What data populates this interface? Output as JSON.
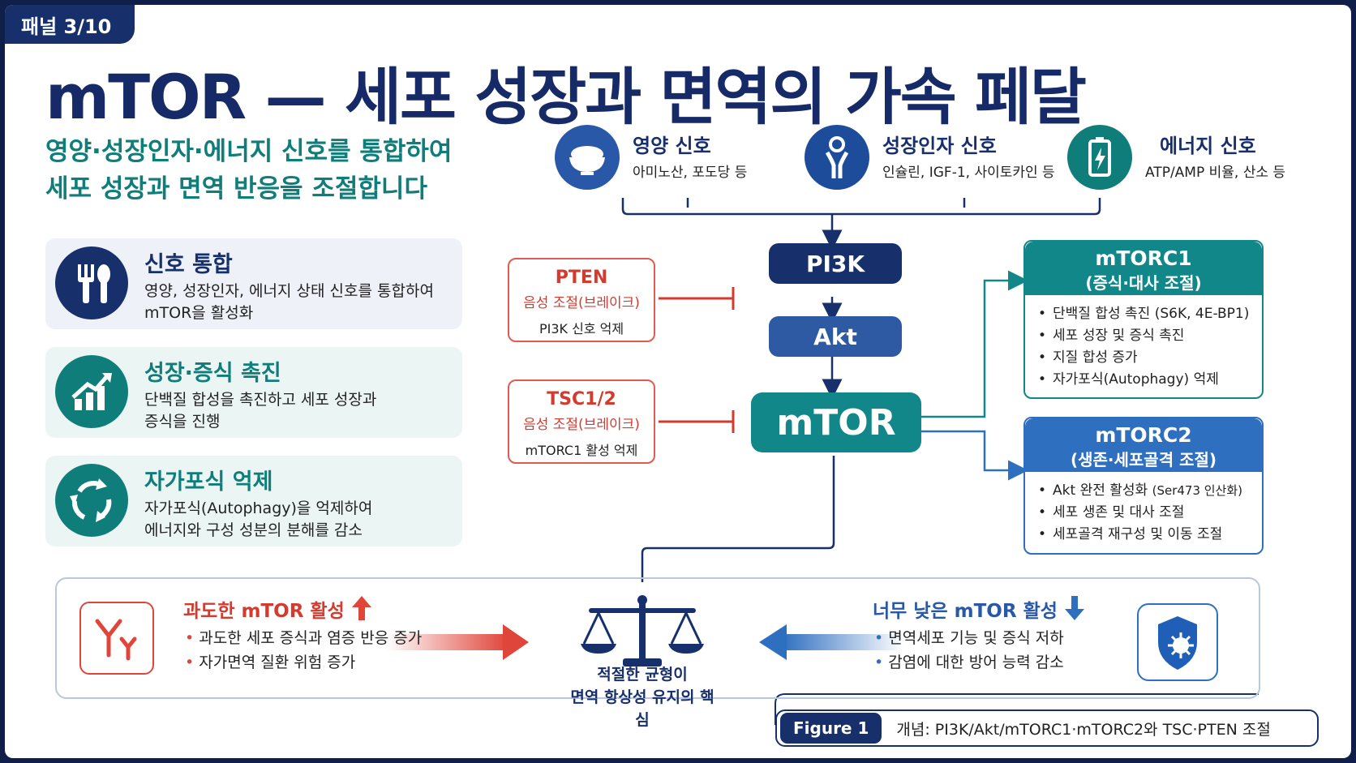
{
  "panel_badge": "패널 3/10",
  "title": "mTOR — 세포 성장과 면역의 가속 페달",
  "subtitle": {
    "line1": "영양·성장인자·에너지 신호를 통합하여",
    "line2": "세포 성장과 면역 반응을 조절합니다"
  },
  "features": [
    {
      "title": "신호 통합",
      "desc1": "영양, 성장인자, 에너지 상태 신호를 통합하여",
      "desc2": "mTOR을 활성화",
      "icon": "fork-spoon-icon"
    },
    {
      "title": "성장·증식 촉진",
      "desc1": "단백질 합성을 촉진하고 세포 성장과",
      "desc2": "증식을 진행",
      "icon": "growth-chart-icon"
    },
    {
      "title": "자가포식 억제",
      "desc1": "자가포식(Autophagy)을 억제하여",
      "desc2": "에너지와 구성 성분의 분해를 감소",
      "icon": "recycle-icon"
    }
  ],
  "signals": [
    {
      "title": "영양 신호",
      "desc": "아미노산, 포도당 등",
      "icon": "rice-bowl-icon"
    },
    {
      "title": "성장인자 신호",
      "desc": "인슐린, IGF-1, 사이토카인 등",
      "icon": "receptor-icon"
    },
    {
      "title": "에너지 신호",
      "desc": "ATP/AMP 비율, 산소 등",
      "icon": "battery-icon"
    }
  ],
  "brakes": [
    {
      "title": "PTEN",
      "sub": "음성 조절(브레이크)",
      "desc": "PI3K 신호 억제"
    },
    {
      "title": "TSC1/2",
      "sub": "음성 조절(브레이크)",
      "desc": "mTORC1 활성 억제"
    }
  ],
  "nodes": {
    "pi3k": "PI3K",
    "akt": "Akt",
    "mtor": "mTOR"
  },
  "mtorc1": {
    "title": "mTORC1",
    "subtitle": "(증식·대사 조절)",
    "items": [
      "단백질 합성 촉진 (S6K, 4E-BP1)",
      "세포 성장 및 증식 촉진",
      "지질 합성 증가",
      "자가포식(Autophagy) 억제"
    ]
  },
  "mtorc2": {
    "title": "mTORC2",
    "subtitle": "(생존·세포골격 조절)",
    "item1_main": "Akt 완전 활성화",
    "item1_small": "(Ser473 인산화)",
    "items": [
      "세포 생존 및 대사 조절",
      "세포골격 재구성 및 이동 조절"
    ]
  },
  "balance": {
    "over": {
      "title": "과도한 mTOR 활성",
      "items": [
        "과도한 세포 증식과 염증 반응 증가",
        "자가면역 질환 위험 증가"
      ]
    },
    "under": {
      "title": "너무 낮은 mTOR 활성",
      "items": [
        "면역세포 기능 및 증식 저하",
        "감염에 대한 방어 능력  감소"
      ]
    },
    "center1": "적절한 균형이",
    "center2": "면역 항상성 유지의 핵심"
  },
  "figure": {
    "tag": "Figure 1",
    "caption": "개념: PI3K/Akt/mTORC1·mTORC2와 TSC·PTEN 조절"
  },
  "colors": {
    "navy": "#17306b",
    "teal": "#12878a",
    "blue": "#2f6fc0",
    "red": "#e0453a"
  }
}
